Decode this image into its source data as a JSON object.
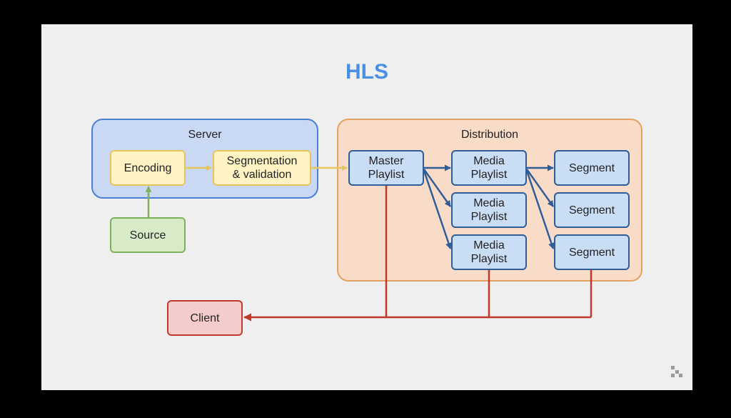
{
  "title": "HLS",
  "colors": {
    "title": "#4a90e2",
    "server_bg": "#c9d9f4",
    "server_border": "#4a7fd6",
    "distribution_bg": "#f9dcc8",
    "distribution_border": "#e3a35f",
    "yellow_arrow": "#e8c55a",
    "blue_arrow": "#2f5d98",
    "green_arrow": "#7fb05e",
    "red_arrow": "#c0392b"
  },
  "groups": {
    "server": {
      "label": "Server"
    },
    "distribution": {
      "label": "Distribution"
    }
  },
  "nodes": {
    "encoding": "Encoding",
    "segmentation": "Segmentation\n& validation",
    "source": "Source",
    "master_playlist": "Master\nPlaylist",
    "media_playlist_1": "Media\nPlaylist",
    "media_playlist_2": "Media\nPlaylist",
    "media_playlist_3": "Media\nPlaylist",
    "segment_1": "Segment",
    "segment_2": "Segment",
    "segment_3": "Segment",
    "client": "Client"
  },
  "logo_icon": "watermark-logo-icon"
}
